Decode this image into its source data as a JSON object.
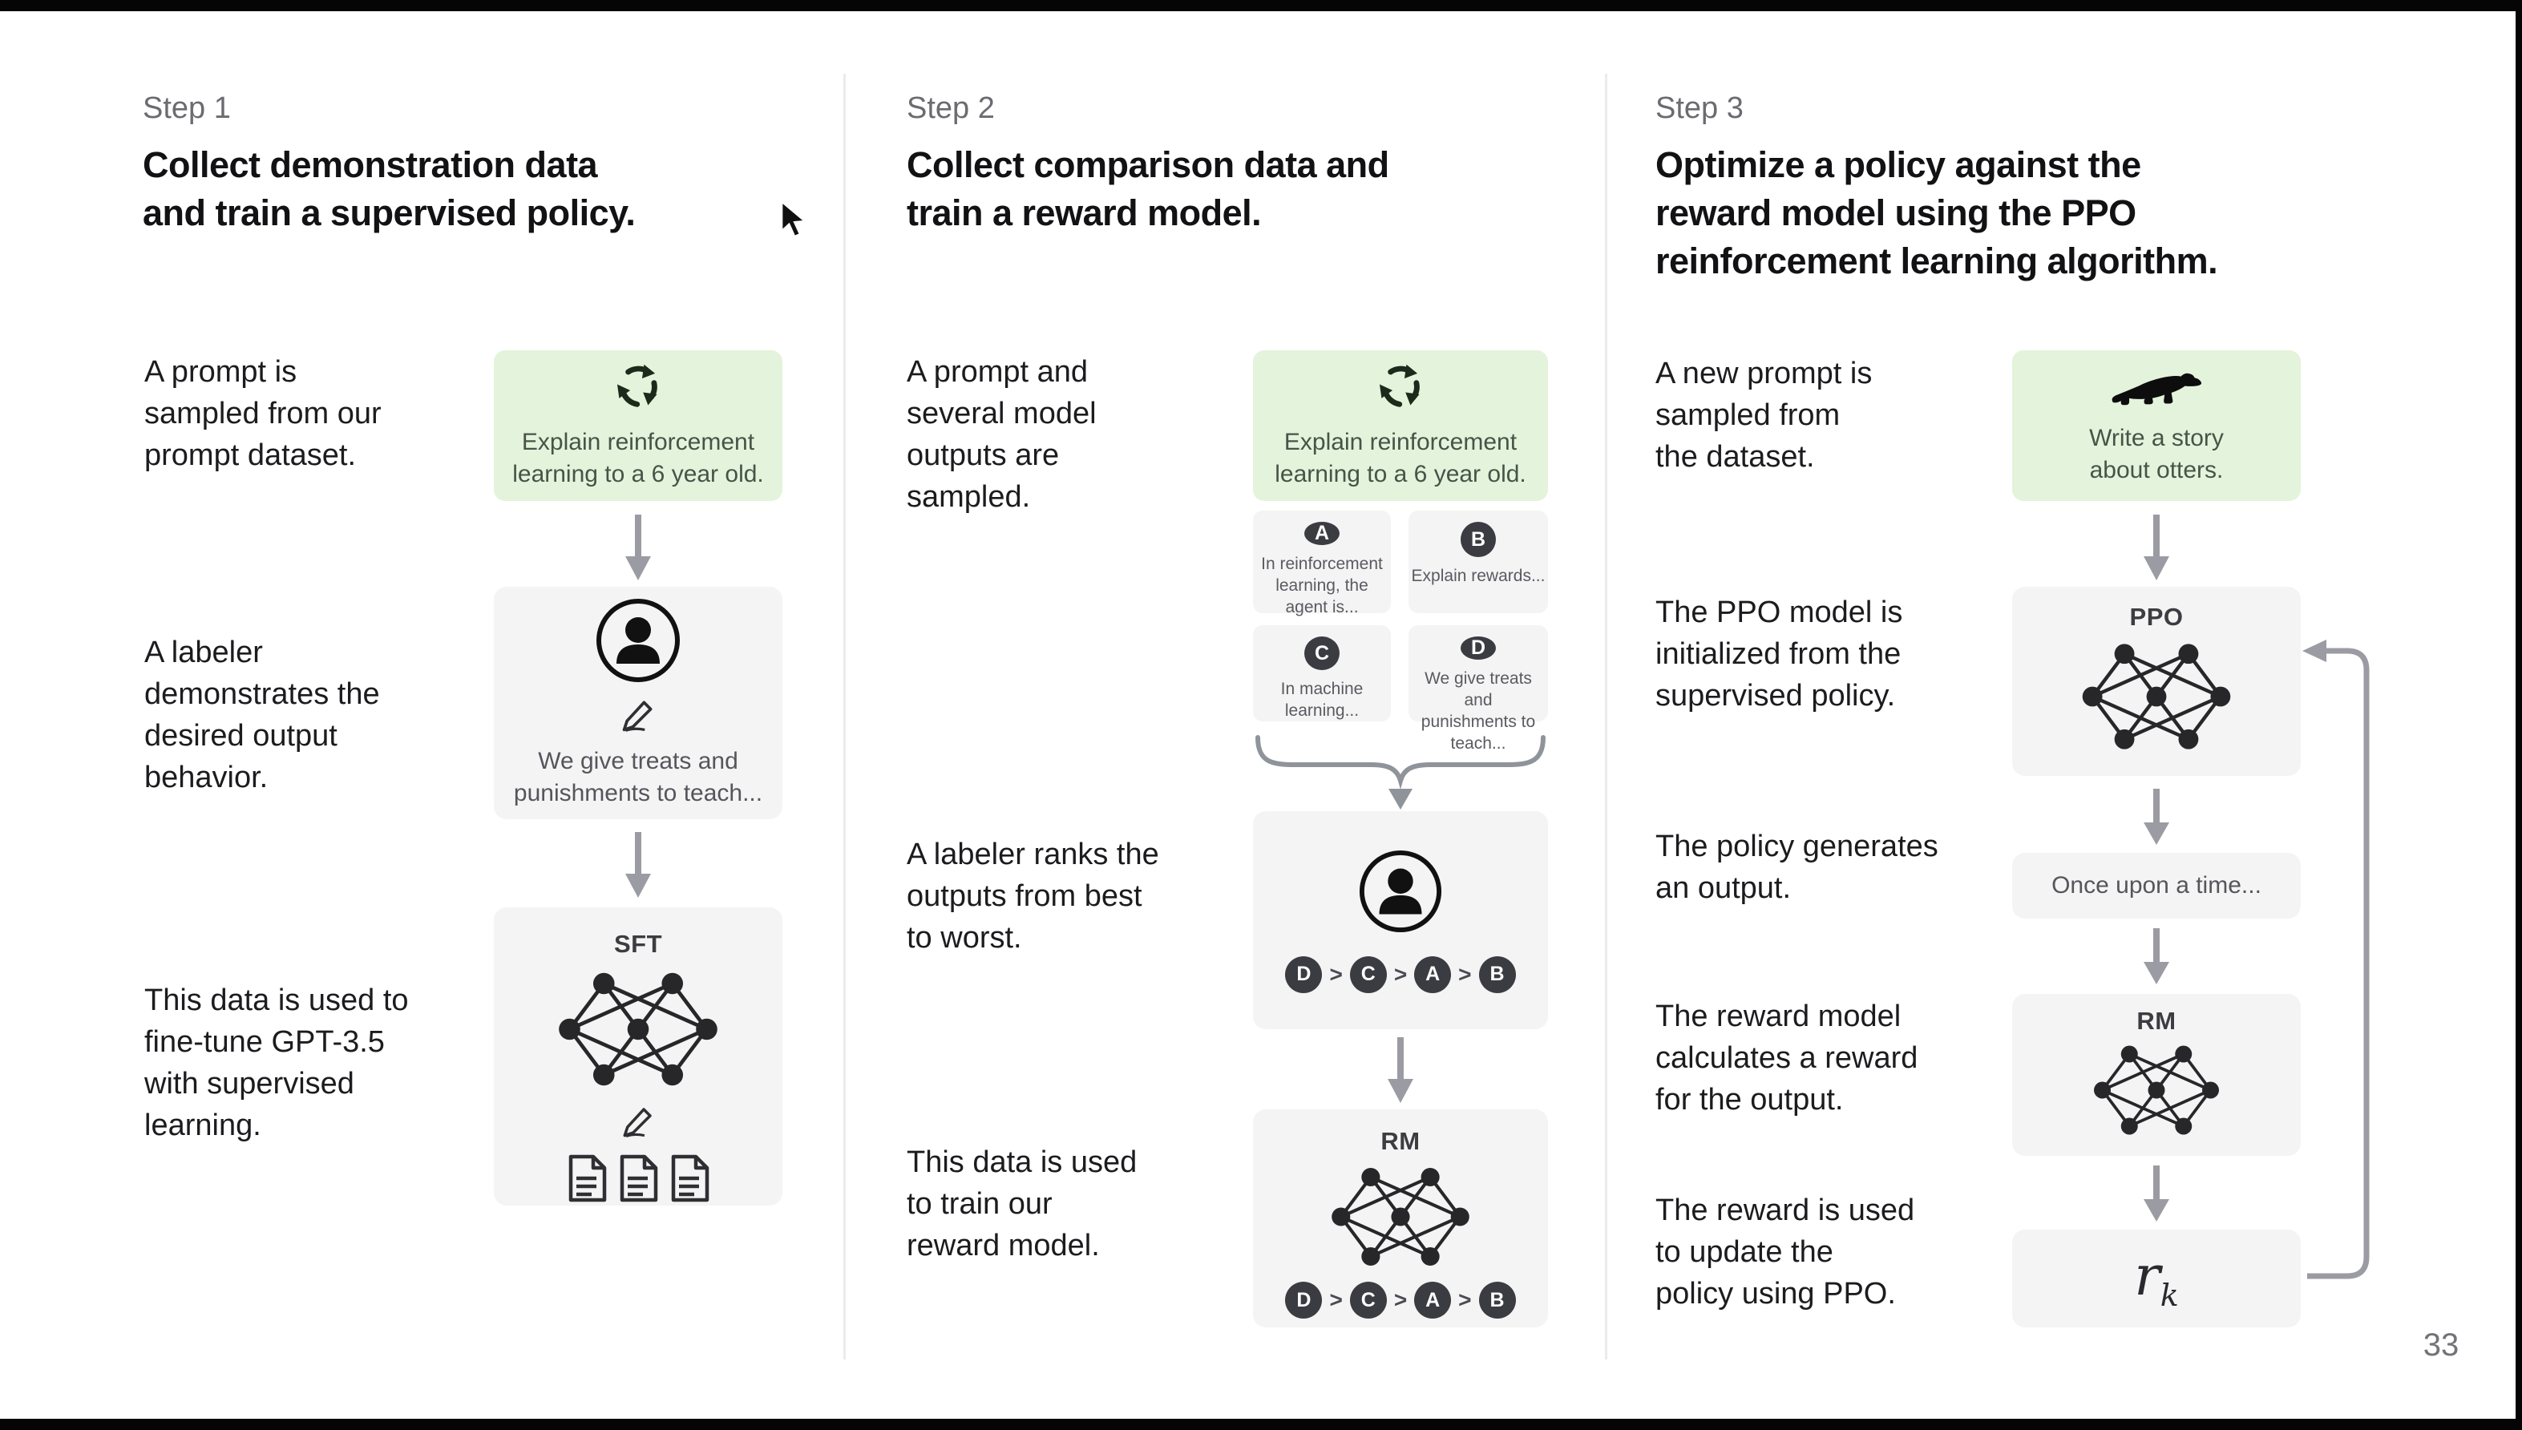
{
  "slide": {
    "page_number": "33"
  },
  "colors": {
    "prompt_box_bg": "#e4f3db",
    "model_box_bg": "#f4f4f5",
    "circle_dark": "#3b3b42",
    "arrow_gray": "#9b9ba3"
  },
  "steps": [
    {
      "label": "Step 1",
      "title": "Collect demonstration data\nand train a supervised policy.",
      "side_texts": [
        "A prompt is\nsampled from our\nprompt dataset.",
        "A labeler\ndemonstrates the\ndesired output\nbehavior.",
        "This data is used to\nfine-tune GPT-3.5\nwith supervised\nlearning."
      ],
      "prompt_box": {
        "icon": "sample-cycle-icon",
        "text": "Explain reinforcement\nlearning to a 6 year old."
      },
      "labeler_box": {
        "icon": "person-icon",
        "text": "We give treats and\npunishments to teach..."
      },
      "model_box": {
        "label": "SFT",
        "icons": [
          "network-icon",
          "pencil-icon",
          "documents-icon"
        ]
      }
    },
    {
      "label": "Step 2",
      "title": "Collect comparison data and\ntrain a reward model.",
      "side_texts": [
        "A prompt and\nseveral model\noutputs are\nsampled.",
        "A labeler ranks the\noutputs from best\nto worst.",
        "This data is used\nto train our\nreward model."
      ],
      "prompt_box": {
        "icon": "sample-cycle-icon",
        "text": "Explain reinforcement\nlearning to a 6 year old."
      },
      "options": [
        {
          "letter": "A",
          "text": "In reinforcement\nlearning, the\nagent is..."
        },
        {
          "letter": "B",
          "text": "Explain rewards..."
        },
        {
          "letter": "C",
          "text": "In machine\nlearning..."
        },
        {
          "letter": "D",
          "text": "We give treats and\npunishments to\nteach..."
        }
      ],
      "ranking": [
        "D",
        "C",
        "A",
        "B"
      ],
      "ranking_sep": ">",
      "model_box": {
        "label": "RM"
      }
    },
    {
      "label": "Step 3",
      "title": "Optimize a policy against the\nreward model using the PPO\nreinforcement learning algorithm.",
      "side_texts": [
        "A new prompt is\nsampled from\nthe dataset.",
        "The PPO model is\ninitialized from the\nsupervised policy.",
        "The policy generates\nan output.",
        "The reward model\ncalculates a reward\nfor the output.",
        "The reward is used\nto update the\npolicy using PPO."
      ],
      "prompt_box": {
        "icon": "otter-icon",
        "text": "Write a story\nabout otters."
      },
      "ppo_box": {
        "label": "PPO"
      },
      "output_box": {
        "text": "Once upon a time..."
      },
      "rm_box": {
        "label": "RM"
      },
      "reward_box": {
        "symbol": "r",
        "subscript": "k"
      }
    }
  ]
}
